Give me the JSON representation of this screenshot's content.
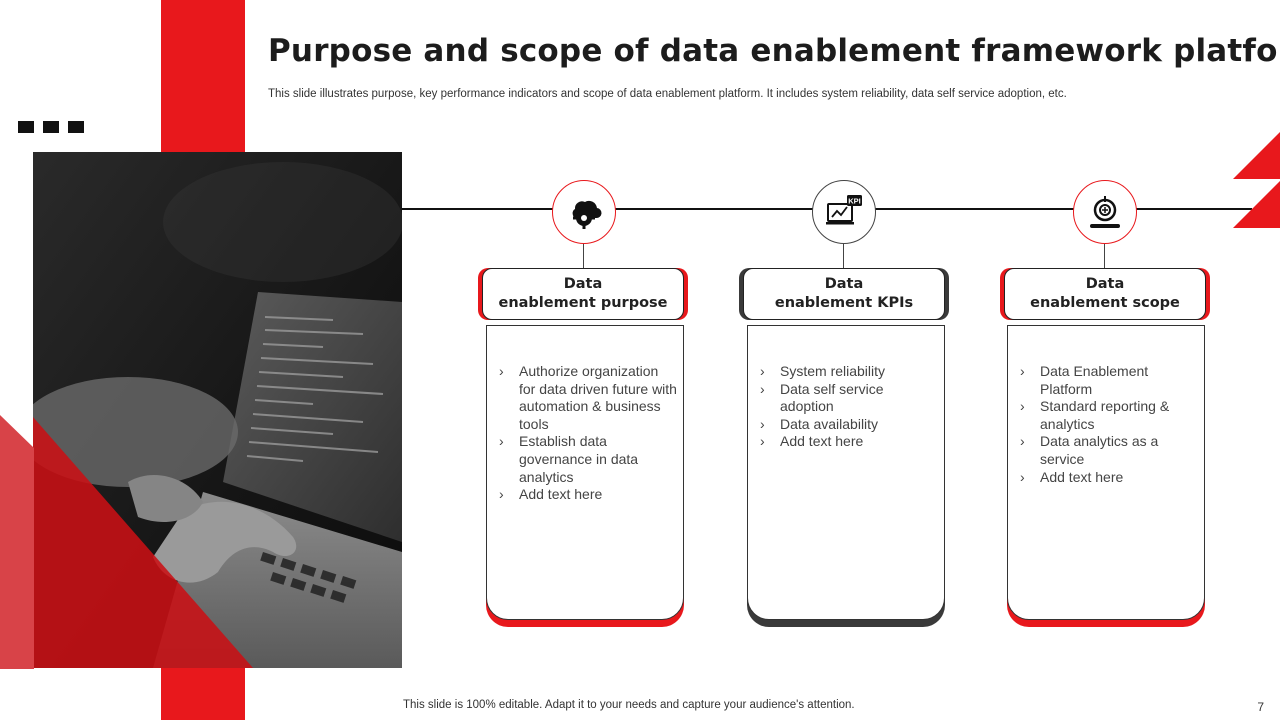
{
  "slide": {
    "title": "Purpose and scope of data enablement framework platform",
    "subtitle": "This slide illustrates purpose, key performance indicators and scope of data enablement platform. It includes system reliability, data self service adoption, etc.",
    "footer": "This slide is 100% editable. Adapt it to your needs and capture your audience's attention.",
    "page_number": "7"
  },
  "theme": {
    "accent": "#e8181c",
    "dark": "#3a3a3a"
  },
  "columns": [
    {
      "icon": "gear-cloud-icon",
      "accent": "red",
      "header_line1": "Data",
      "header_line2": "enablement purpose",
      "items": [
        "Authorize organization for data driven future with automation & business tools",
        "Establish data governance in data analytics",
        "Add text here"
      ]
    },
    {
      "icon": "kpi-monitor-icon",
      "accent": "dark",
      "header_line1": "Data",
      "header_line2": "enablement KPIs",
      "kpi_badge": "KPI",
      "items": [
        "System reliability",
        "Data self service adoption",
        "Data availability",
        "Add text here"
      ]
    },
    {
      "icon": "target-scope-icon",
      "accent": "red",
      "header_line1": "Data",
      "header_line2": "enablement scope",
      "items": [
        "Data Enablement Platform",
        "Standard reporting & analytics",
        "Data analytics as a service",
        "Add text here"
      ]
    }
  ]
}
